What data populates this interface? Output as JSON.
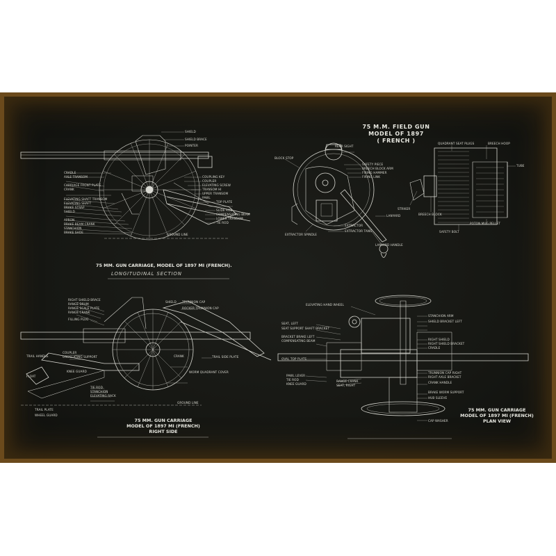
{
  "poster": {
    "main_title": "75 M.M. FIELD GUN",
    "subtitle_1": "MODEL OF 1897",
    "subtitle_2": "( FRENCH )",
    "top_left_caption": "75 MM. GUN CARRIAGE, MODEL OF 1897 MI (FRENCH).",
    "section_label": "LONGITUDINAL SECTION",
    "bottom_left_caption_1": "75 MM. GUN CARRIAGE",
    "bottom_left_caption_2": "MODEL OF 1897 MI (FRENCH)",
    "bottom_left_caption_3": "RIGHT SIDE",
    "bottom_right_caption_1": "75 MM. GUN CARRIAGE",
    "bottom_right_caption_2": "MODEL OF 1897 MI (FRENCH)",
    "bottom_right_caption_3": "PLAN VIEW",
    "colors": {
      "background": "#161713",
      "ink": "#e9e9e2",
      "rust": "#6b4a1c"
    }
  },
  "labels": {
    "shield": "SHIELD",
    "shield_brace": "SHIELD BRACE",
    "pointer": "POINTER",
    "cradle": "CRADLE",
    "axle_transom": "AXLE TRANSOM",
    "carriage_front_plate": "CARRIAGE FRONT PLATE",
    "crank": "CRANK",
    "elevating_shaft_transom": "ELEVATING SHAFT TRANSOM",
    "elevating_shaft": "ELEVATING SHAFT",
    "brake_strap": "BRAKE STRAP",
    "apron": "APRON",
    "brake_beam_crank": "BRAKE BEAM CRANK",
    "stanchion": "STANCHION",
    "brake_shoe": "BRAKE SHOE",
    "coupling_key": "COUPLING KEY",
    "coupler": "COUPLER",
    "elevating_screw": "ELEVATING SCREW",
    "transom_hi": "TRANSOM HI",
    "upper_transom": "UPPER TRANSOM",
    "pawl": "PAWL",
    "top_plate": "TOP PLATE",
    "slide_rod": "SLIDE ROD",
    "compensating_beam": "COMPENSATING BEAM",
    "lower_transom": "LOWER TRANSOM",
    "tie_rod": "TIE ROD",
    "ground_line": "GROUND LINE",
    "rear_sight": "REAR SIGHT",
    "safety_piece": "SAFETY PIECE",
    "breech_block_arm": "BREECH BLOCK ARM",
    "firing_hammer": "FIRING HAMMER",
    "firing_link": "FIRING LINK",
    "extractor": "EXTRACTOR",
    "extractor_spindle": "EXTRACTOR SPINDLE",
    "extractor_tang": "EXTRACTOR TANG",
    "lanyard": "LANYARD",
    "lanyard_handle": "LANYARD HANDLE",
    "block_stop": "BLOCK STOP",
    "quadrant_seat_plugs": "QUADRANT SEAT PLUGS",
    "breech_hoop": "BREECH HOOP",
    "tube": "TUBE",
    "striker": "STRIKER",
    "breech_block": "BREECH BLOCK",
    "poton_mug_pellet": "POTON MUG PELLET",
    "safety_bolt": "SAFETY BOLT",
    "right_shield_brace": "RIGHT SHIELD BRACE",
    "range_drum": "RANGE DRUM",
    "range_scale_plate": "RANGE SCALE PLATE",
    "filling_plug": "FILLING PLUG",
    "trunnion_cap": "TRUNNION CAP",
    "rocker_trunnion_cap": "ROCKER TRUNNION CAP",
    "oscillating_support": "OSCILLATING SUPPORT",
    "trail_handle": "TRAIL HANDLE",
    "float": "FLOAT",
    "knee_guard": "KNEE GUARD",
    "trail_side_plate": "TRAIL SIDE PLATE",
    "worm_quadrant_cover": "WORM QUADRANT COVER",
    "elevating_rack": "ELEVATING RACK",
    "trail_plate": "TRAIL PLATE",
    "wheel_guard": "WHEEL GUARD",
    "elevating_hand_wheel": "ELEVATING HAND WHEEL",
    "seat_left": "SEAT, LEFT",
    "seat_support_shaft_bracket": "SEAT SUPPORT SHAFT BRACKET",
    "bracket_brake_left": "BRACKET BRAKE LEFT",
    "oval_top_plate": "OVAL TOP PLATE",
    "pawl_lever": "PAWL LEVER",
    "range_crank": "RANGE CRANK",
    "seat_right": "SEAT, RIGHT",
    "shield_bracket_left": "SHIELD BRACKET LEFT",
    "stanchion_arm": "STANCHION ARM",
    "right_shield": "RIGHT SHIELD",
    "right_shield_bracket": "RIGHT SHIELD BRACKET",
    "trunnion_cap_right": "TRUNNION CAP RIGHT",
    "right_axle_bracket": "RIGHT AXLE BRACKET",
    "crank_handle": "CRANK HANDLE",
    "brake_worm_support": "BRAKE WORM SUPPORT",
    "cap_washer": "CAP WASHER",
    "hub_sleeve": "HUB SLEEVE"
  }
}
